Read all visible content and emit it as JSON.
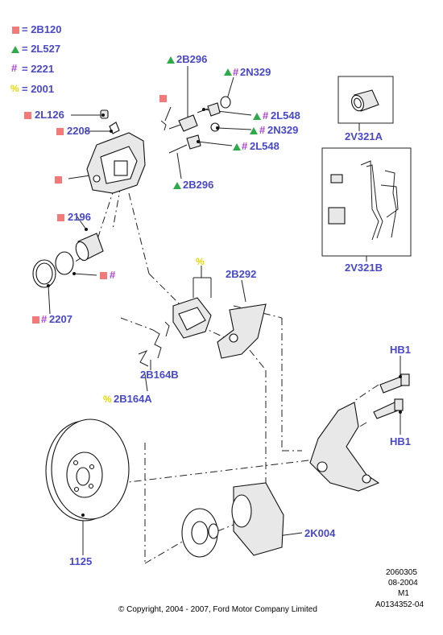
{
  "legend": [
    {
      "symbol": "red-square",
      "text": "= 2B120"
    },
    {
      "symbol": "green-triangle",
      "text": "= 2L527"
    },
    {
      "symbol": "purple-hash",
      "text": "= 2221"
    },
    {
      "symbol": "yellow-percent",
      "text": "= 2001"
    }
  ],
  "symbols": {
    "hash": "#",
    "percent": "%"
  },
  "labels": {
    "l_2b296_top": "2B296",
    "l_2n329_top": "2N329",
    "l_2l126": "2L126",
    "l_2208": "2208",
    "l_2l548_a": "2L548",
    "l_2n329_b": "2N329",
    "l_2l548_b": "2L548",
    "l_2b296_bot": "2B296",
    "l_2196": "2196",
    "l_2207": "2207",
    "l_2b292": "2B292",
    "l_2b164b": "2B164B",
    "l_2b164a": "2B164A",
    "l_2v321a": "2V321A",
    "l_2v321b": "2V321B",
    "l_hb1_top": "HB1",
    "l_hb1_bot": "HB1",
    "l_2k004": "2K004",
    "l_1125": "1125"
  },
  "meta": {
    "line1": "2060305",
    "line2": "08-2004",
    "line3": "M1",
    "line4": "A0134352-04"
  },
  "copyright": "© Copyright, 2004 - 2007, Ford Motor Company Limited",
  "colors": {
    "square": "#f47a7a",
    "triangle": "#2eaa4a",
    "hash": "#b040d0",
    "percent": "#e6d800",
    "label": "#4848c8"
  }
}
